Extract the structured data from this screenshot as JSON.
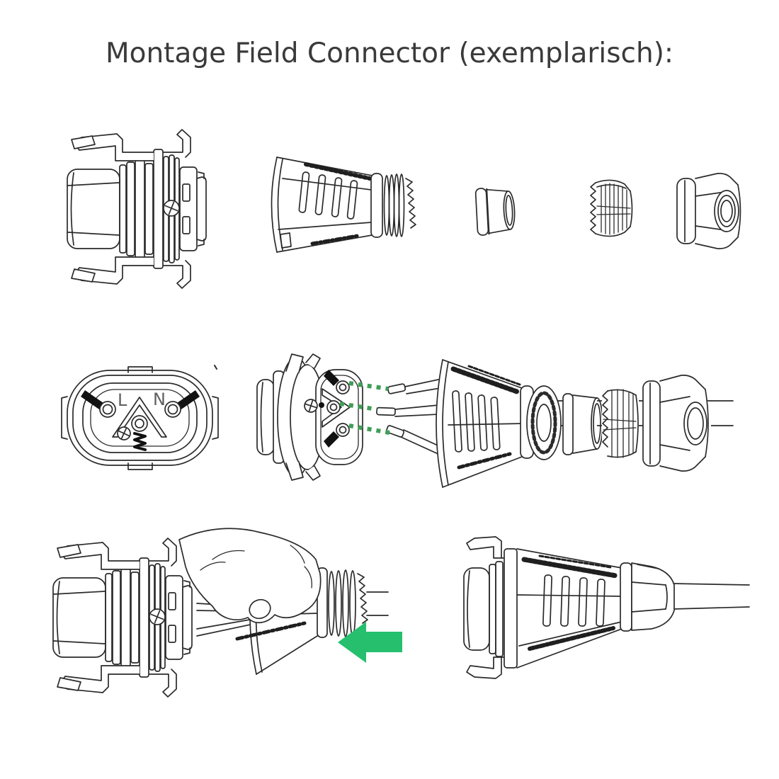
{
  "title": "Montage Field Connector (exemplarisch):",
  "connector_face": {
    "line_label": "L",
    "neutral_label": "N"
  },
  "colors": {
    "line_art": "#2b2b2b",
    "title_text": "#3a3a3a",
    "arrow_green": "#26bf6e",
    "dotted_green": "#3f9e57",
    "background": "#ffffff"
  }
}
